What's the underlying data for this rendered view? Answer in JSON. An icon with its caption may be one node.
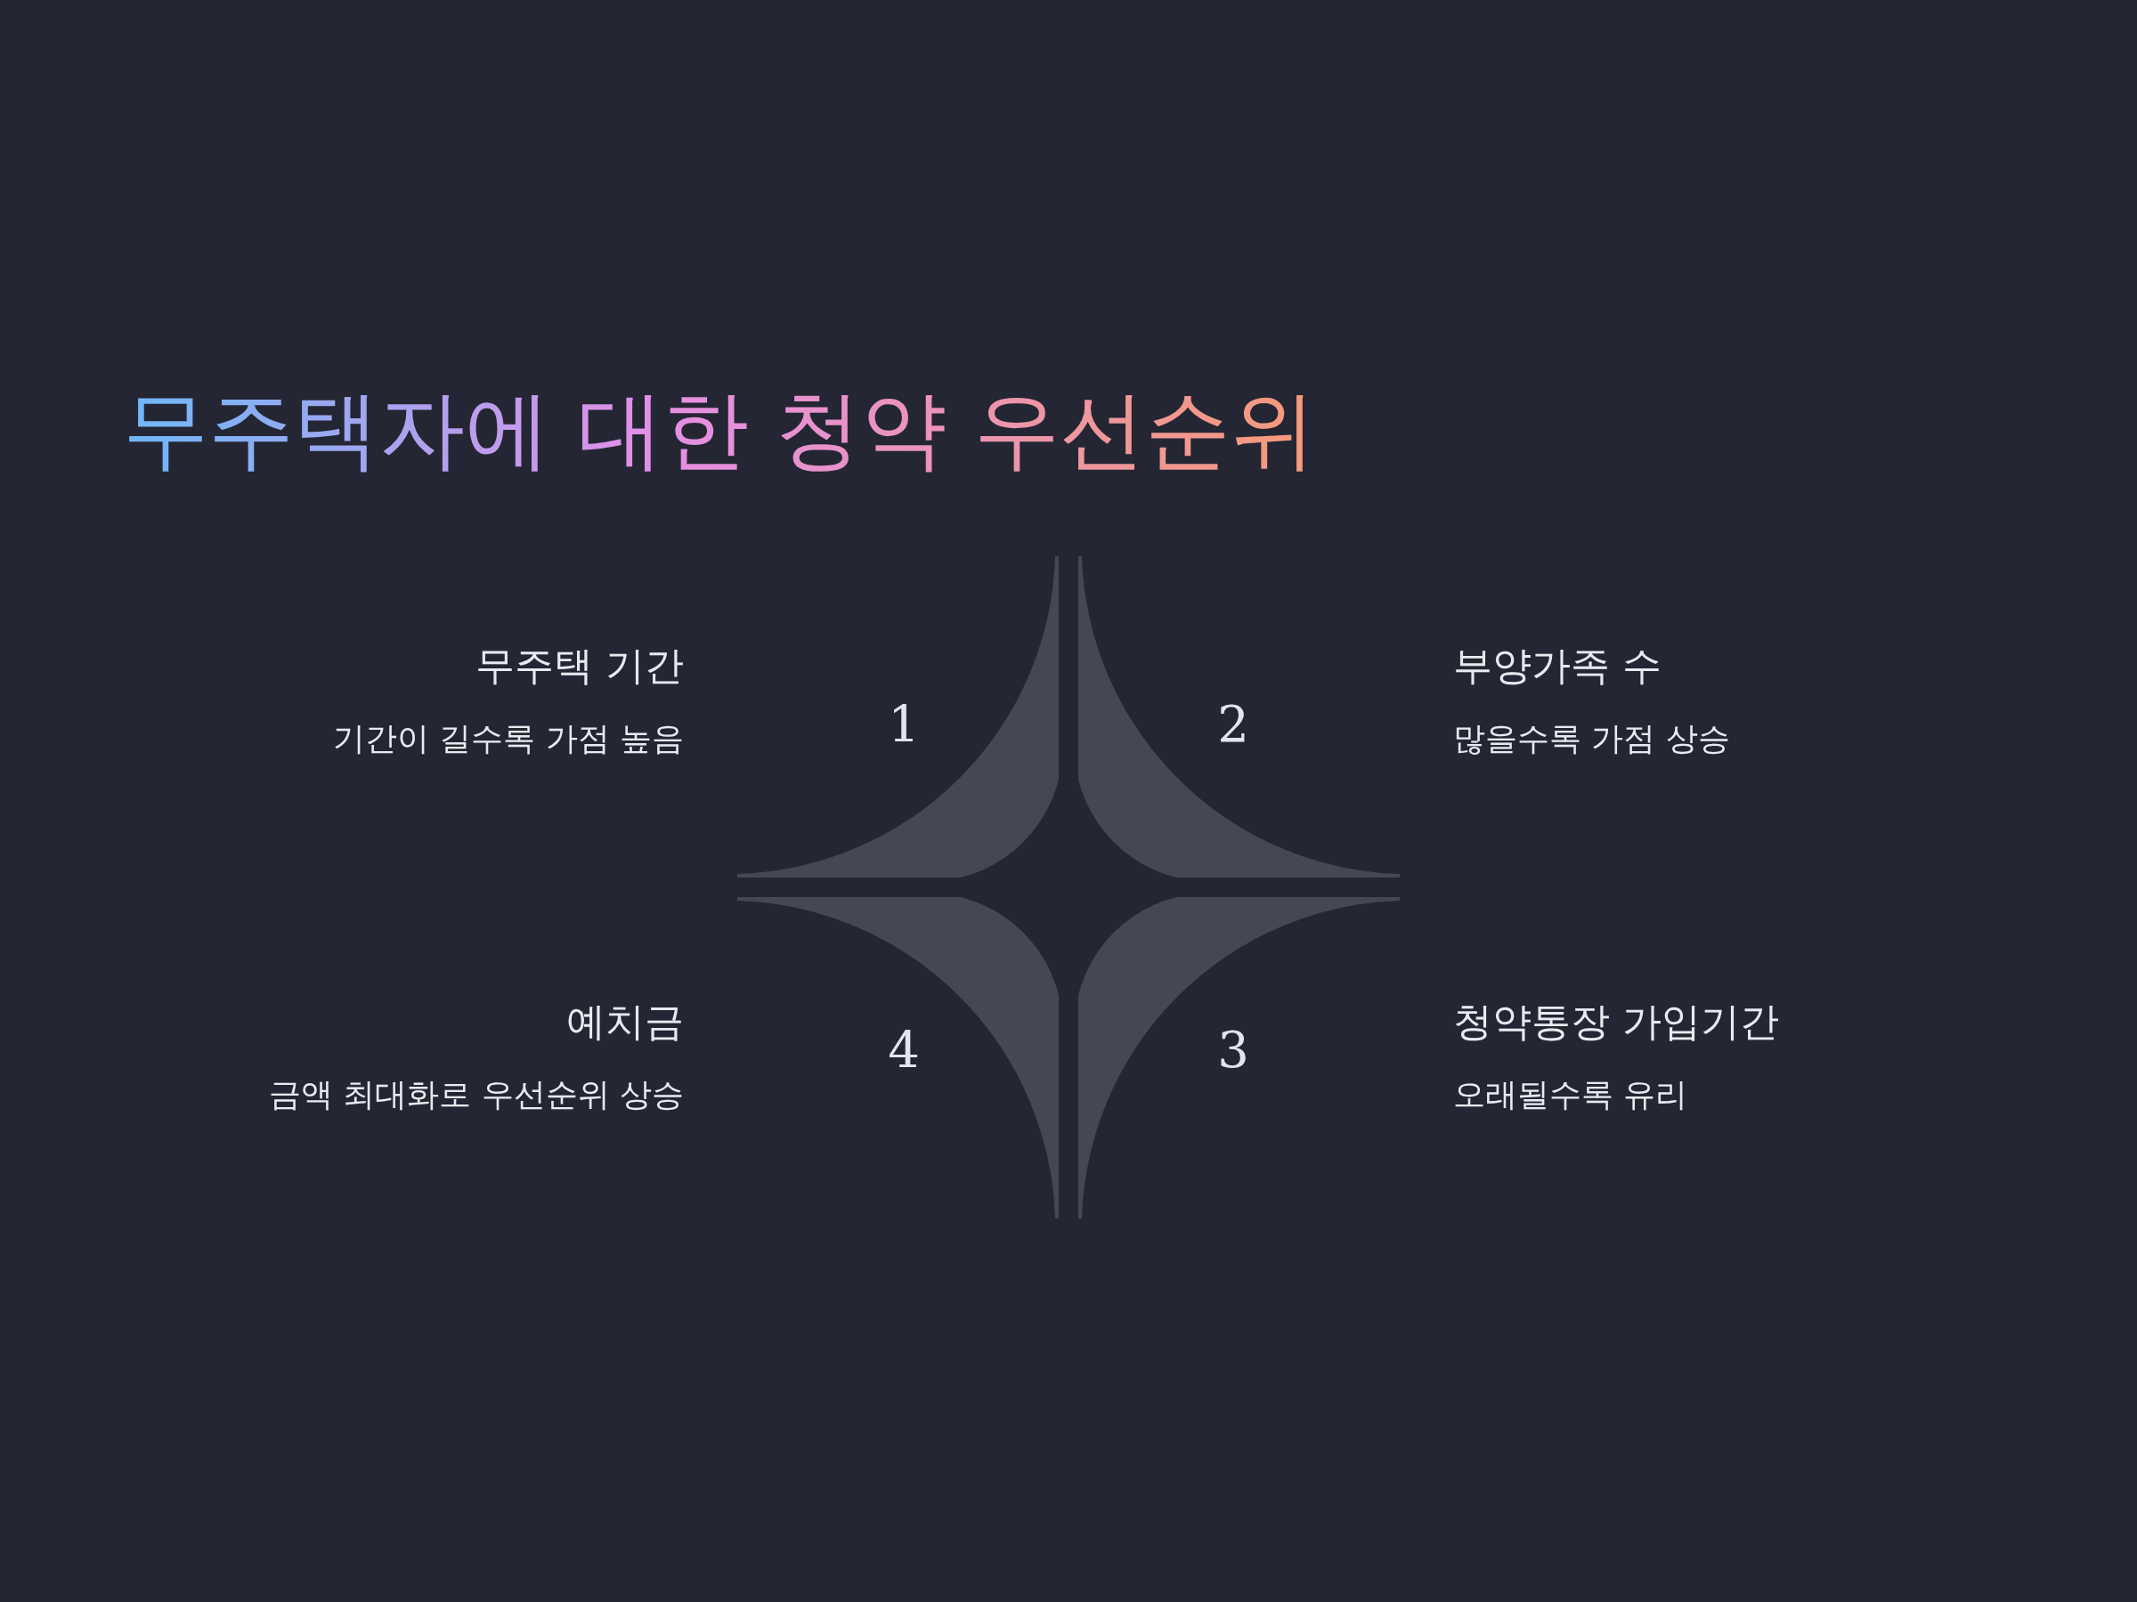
{
  "diagram": {
    "title": "무주택자에 대한 청약 우선순위",
    "nodes": [
      {
        "text": [
          "1"
        ],
        "beside": [
          "무주택 기간",
          "기간이 길수록 가점 높음"
        ]
      },
      {
        "text": [
          "2"
        ],
        "beside": [
          "부양가족 수",
          "많을수록 가점 상승"
        ]
      },
      {
        "text": [
          "3"
        ],
        "beside": [
          "청약통장 가입기간",
          "오래될수록 유리"
        ]
      },
      {
        "text": [
          "4"
        ],
        "beside": [
          "예치금",
          "금액 최대화로 우선순위 상승"
        ]
      }
    ]
  }
}
